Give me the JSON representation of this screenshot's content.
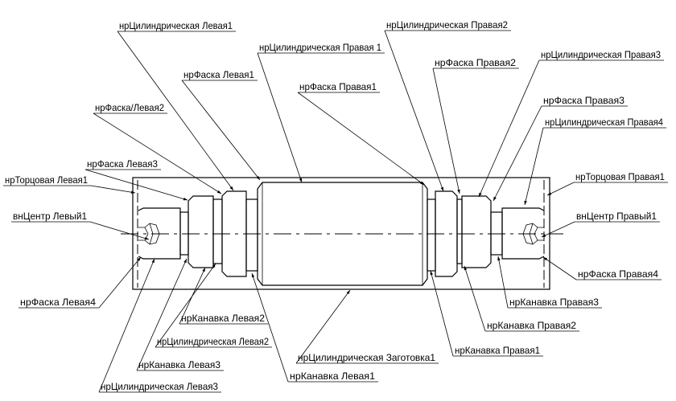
{
  "drawing": {
    "labels": [
      "нрЦилиндрическая Левая1",
      "нрЦилиндрическая Правая 1",
      "нрФаска Левая1",
      "нрФаска Правая1",
      "нрФаска/Левая2",
      "нрФаска Левая3",
      "нрТорцовая Левая1",
      "нрЦилиндрическая Правая2",
      "нрФаска Правая2",
      "нрЦилиндрическая Правая3",
      "нрФаска Правая3",
      "нрЦилиндрическая Правая4",
      "нрТорцовая Правая1",
      "внЦентр Левый1",
      "внЦентр Правый1",
      "нрФаска Правая4",
      "нрФаска Левая4",
      "нрКанавка Левая2",
      "нрЦилиндрическая Левая2",
      "нрКанавка Левая3",
      "нрЦилиндрическая Левая3",
      "нрКанавка Левая1",
      "нрЦилиндрическая Заготовка1",
      "нрКанавка Правая1",
      "нрКанавка Правая2",
      "нрКанавка Правая3"
    ]
  }
}
